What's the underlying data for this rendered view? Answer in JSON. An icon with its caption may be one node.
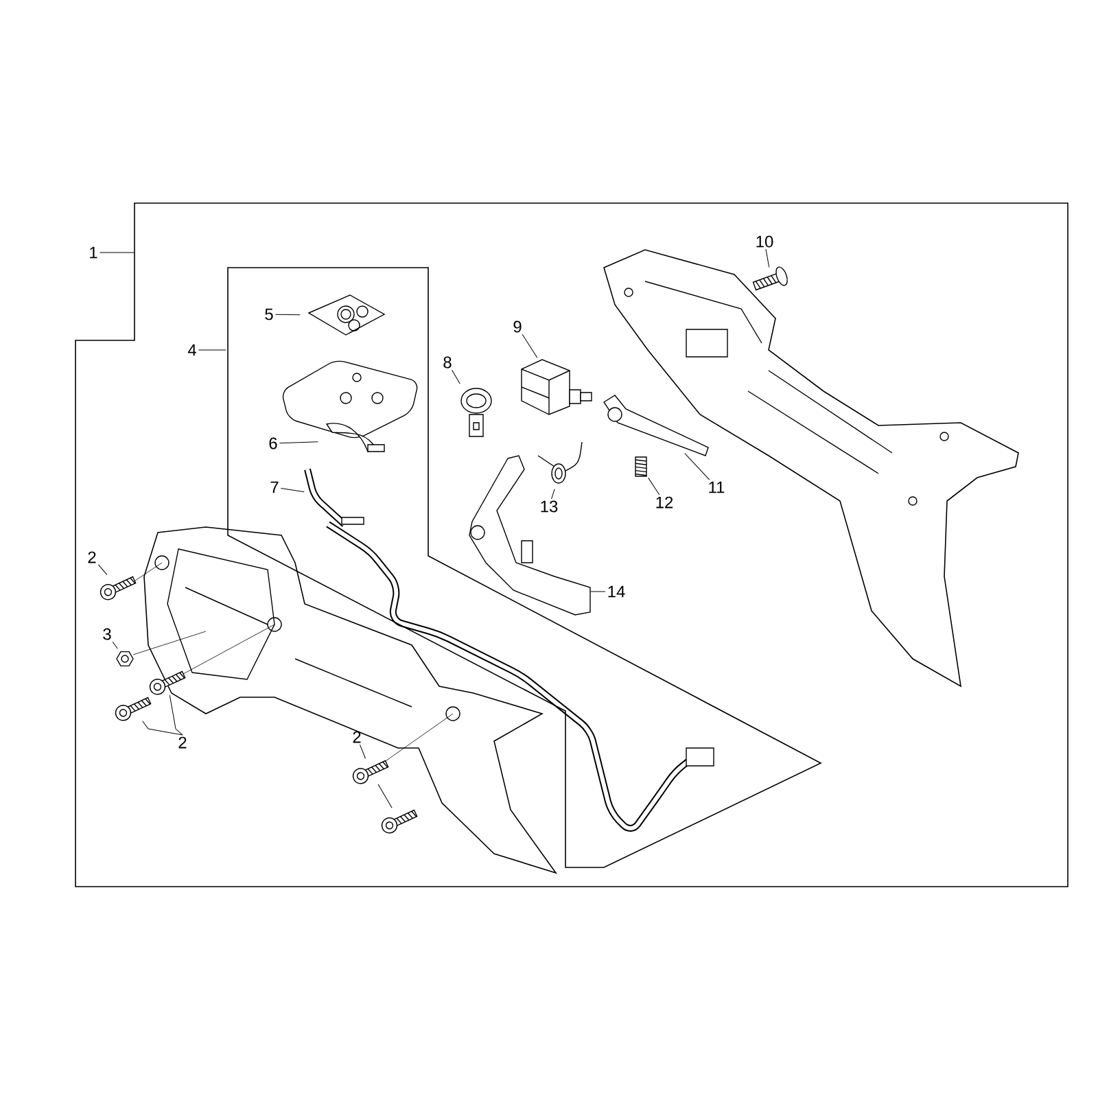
{
  "diagram": {
    "nodes": [
      {
        "text": [
          "1"
        ]
      },
      {
        "text": [],
        "shape": "box"
      },
      {
        "text": [
          "4"
        ],
        "in": 1
      },
      {
        "text": [],
        "shape": "box",
        "in": 1
      },
      {
        "text": [
          "5"
        ],
        "in": 3
      },
      {
        "text": [],
        "shape": "picture",
        "in": 3
      },
      {
        "text": [
          "10"
        ],
        "in": 1
      },
      {
        "text": [],
        "shape": "picture",
        "in": 1
      },
      {
        "text": [
          "9"
        ],
        "in": 1
      },
      {
        "text": [],
        "shape": "picture",
        "in": 1
      },
      {
        "text": [
          "8"
        ],
        "in": 1
      },
      {
        "text": [],
        "shape": "picture",
        "in": 1
      },
      {
        "text": [
          "6"
        ],
        "in": 3
      },
      {
        "text": [],
        "shape": "picture",
        "in": 3
      },
      {
        "text": [
          "7"
        ],
        "in": 3
      },
      {
        "text": [],
        "shape": "picture",
        "in": 3
      },
      {
        "text": [
          "11"
        ],
        "in": 1
      },
      {
        "text": [],
        "shape": "picture",
        "in": 1
      },
      {
        "text": [
          "12"
        ],
        "in": 1
      },
      {
        "text": [],
        "shape": "picture",
        "in": 1
      },
      {
        "text": [
          "13"
        ],
        "in": 1
      },
      {
        "text": [],
        "shape": "picture",
        "in": 1
      },
      {
        "text": [
          "2"
        ],
        "in": 1
      },
      {
        "text": [],
        "shape": "picture",
        "in": 1
      },
      {
        "text": [
          "14"
        ],
        "in": 1
      },
      {
        "text": [],
        "shape": "picture",
        "in": 1
      },
      {
        "text": [
          "3"
        ],
        "in": 1
      },
      {
        "text": [],
        "shape": "picture",
        "in": 1
      },
      {
        "text": [],
        "shape": "picture",
        "in": 1
      },
      {
        "text": [],
        "shape": "picture",
        "in": 1
      },
      {
        "text": [
          "2"
        ],
        "in": 1
      },
      {
        "text": [
          "2"
        ],
        "in": 1
      },
      {
        "text": [],
        "shape": "picture",
        "in": 1
      },
      {
        "text": [],
        "shape": "picture",
        "in": 1
      }
    ],
    "edges": [
      {
        "from": 0,
        "to": 1,
        "arrow": "none"
      },
      {
        "from": 2,
        "to": 3,
        "arrow": "none"
      },
      {
        "from": 4,
        "to": 5,
        "arrow": "none"
      },
      {
        "from": 6,
        "to": 7,
        "arrow": "none"
      },
      {
        "from": 8,
        "to": 9,
        "arrow": "none"
      },
      {
        "from": 10,
        "to": 11,
        "arrow": "none"
      },
      {
        "from": 12,
        "to": 13,
        "arrow": "none"
      },
      {
        "from": 14,
        "to": 15,
        "arrow": "none"
      },
      {
        "from": 16,
        "to": 17,
        "arrow": "none"
      },
      {
        "from": 18,
        "to": 19,
        "arrow": "none"
      },
      {
        "from": 20,
        "to": 21,
        "arrow": "none"
      },
      {
        "from": 22,
        "to": 23,
        "arrow": "none"
      },
      {
        "from": 24,
        "to": 25,
        "arrow": "none"
      },
      {
        "from": 26,
        "to": 27,
        "arrow": "none"
      },
      {
        "from": 30,
        "to": 28,
        "arrow": "none"
      },
      {
        "from": 30,
        "to": 29,
        "arrow": "none"
      },
      {
        "from": 31,
        "to": 32,
        "arrow": "none"
      },
      {
        "from": 32,
        "to": 33,
        "arrow": "none"
      }
    ]
  }
}
